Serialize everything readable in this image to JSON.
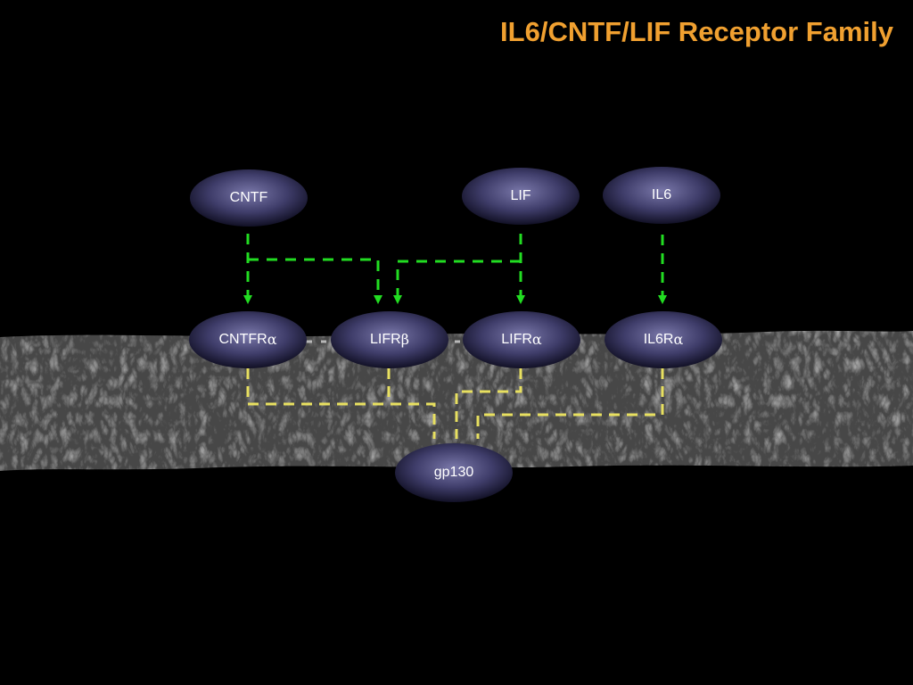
{
  "title": "IL6/CNTF/LIF Receptor Family",
  "colors": {
    "background": "#000000",
    "title": "#f0a030",
    "ligand_arrow": "#22dd22",
    "receptor_link": "#e8e060",
    "node_fill_center": "#6f6d9c",
    "node_fill_edge": "#14132a",
    "membrane": "#5a5a5a"
  },
  "ligands": {
    "cntf": "CNTF",
    "lif": "LIF",
    "il6": "IL6"
  },
  "receptors": {
    "cntfr": {
      "name": "CNTFR",
      "suffix": "α"
    },
    "lifrb": {
      "name": "LIFR",
      "suffix": "β"
    },
    "lifra": {
      "name": "LIFR",
      "suffix": "α"
    },
    "il6r": {
      "name": "IL6R",
      "suffix": "α"
    }
  },
  "transducer": "gp130"
}
